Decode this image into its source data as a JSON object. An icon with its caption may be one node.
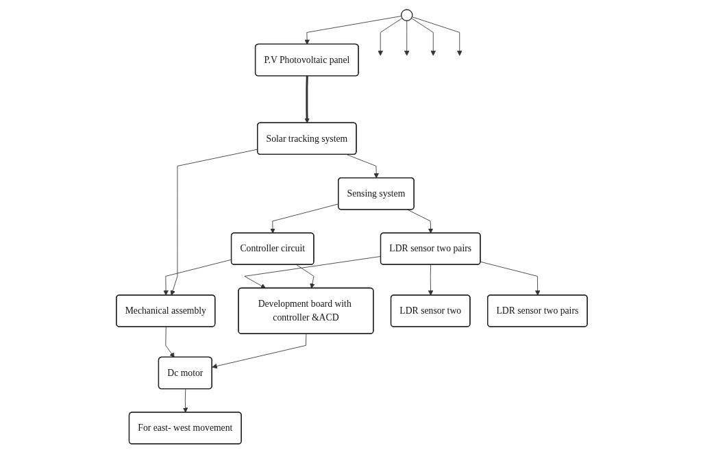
{
  "diagram": {
    "nodes": [
      {
        "text": [],
        "shape": "circle"
      },
      {
        "text": [
          "P.V Photovoltaic panel"
        ]
      },
      {
        "text": [
          "Solar tracking system"
        ]
      },
      {
        "text": [
          "Sensing system"
        ]
      },
      {
        "text": [
          "Mechanical assembly"
        ]
      },
      {
        "text": [
          "Controller circuit"
        ]
      },
      {
        "text": [
          "LDR sensor two pairs"
        ]
      },
      {
        "text": [
          "Development board with controller &ACD"
        ]
      },
      {
        "text": [
          "Dc motor"
        ]
      },
      {
        "text": [
          "LDR sensor two"
        ]
      },
      {
        "text": [
          "LDR sensor two pairs"
        ]
      },
      {
        "text": [
          "For east- west movement"
        ]
      }
    ],
    "edges": [
      {
        "from": 0,
        "to": 1,
        "arrow": "to"
      },
      {
        "from": 0,
        "to": null,
        "arrow": "to"
      },
      {
        "from": 0,
        "to": null,
        "arrow": "to"
      },
      {
        "from": 0,
        "to": null,
        "arrow": "to"
      },
      {
        "from": 0,
        "to": null,
        "arrow": "to"
      },
      {
        "from": 1,
        "to": 2,
        "arrow": "to",
        "style": "thick"
      },
      {
        "from": 2,
        "to": 3,
        "arrow": "to"
      },
      {
        "from": 2,
        "to": 4,
        "arrow": "to"
      },
      {
        "from": 3,
        "to": 5,
        "arrow": "to"
      },
      {
        "from": 5,
        "to": 4,
        "arrow": "to"
      },
      {
        "from": 3,
        "to": 6,
        "arrow": "to"
      },
      {
        "from": 5,
        "to": 7,
        "arrow": "to"
      },
      {
        "from": 6,
        "to": 7,
        "arrow": "to"
      },
      {
        "from": 7,
        "to": 8,
        "arrow": "to"
      },
      {
        "from": 4,
        "to": 8,
        "arrow": "to"
      },
      {
        "from": 6,
        "to": 9,
        "arrow": "to"
      },
      {
        "from": 6,
        "to": 10,
        "arrow": "to"
      },
      {
        "from": 8,
        "to": 11,
        "arrow": "to"
      }
    ]
  }
}
